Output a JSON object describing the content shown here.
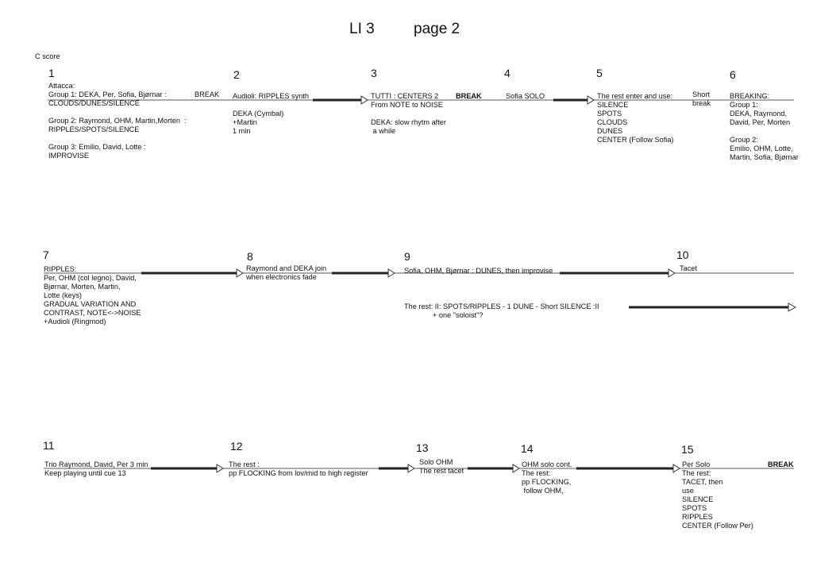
{
  "title": {
    "left": "LI 3",
    "right": "page 2"
  },
  "score_label": "C score",
  "row1": {
    "cue1": {
      "num": "1",
      "intro": "Attacca:",
      "g1": "Group 1: DEKA, Per, Sofia, Bjørnar :",
      "g1b": "CLOUDS/DUNES/SILENCE",
      "g2": "Group 2: Raymond, OHM, Martin,Morten  :",
      "g2b": "RIPPLES/SPOTS/SILENCE",
      "g3": "Group 3: Emilio, David, Lotte :",
      "g3b": "IMPROVISE",
      "break": "BREAK"
    },
    "cue2": {
      "num": "2",
      "head": "Audioli: RIPPLES synth",
      "l1": "DEKA (Cymbal)",
      "l2": "+Martin",
      "l3": "1 min"
    },
    "cue3": {
      "num": "3",
      "head": "TUTTI : CENTERS 2",
      "l1": "From NOTE to NOISE",
      "l2": "DEKA: slow rhytm after",
      "l3": " a while",
      "break": "BREAK"
    },
    "cue4": {
      "num": "4",
      "head": "Sofia SOLO"
    },
    "cue5": {
      "num": "5",
      "head": "The rest enter and use:",
      "items": [
        "SILENCE",
        "SPOTS",
        "CLOUDS",
        "DUNES",
        "CENTER (Follow Sofia)"
      ],
      "short1": "Short",
      "short2": "break"
    },
    "cue6": {
      "num": "6",
      "head": "BREAKING:",
      "g1": "Group 1:",
      "g1a": "DEKA, Raymond,",
      "g1b": "David, Per, Morten",
      "g2": "Group 2:",
      "g2a": "Emilio, OHM, Lotte,",
      "g2b": "Martin, Sofia, Bjørnar"
    }
  },
  "row2": {
    "cue7": {
      "num": "7",
      "lines": [
        "RIPPLES:",
        "Per, OHM (col legno), David,",
        "Bjørnar, Morten, Martin,",
        "Lotte (keys)",
        "GRADUAL VARIATION AND",
        "CONTRAST, NOTE<->NOISE",
        "+Audioli (Ringmod)"
      ]
    },
    "cue8": {
      "num": "8",
      "l1": "Raymond and DEKA join",
      "l2": "when electronics fade"
    },
    "cue9": {
      "num": "9",
      "head": "Sofia, OHM, Bjørnar : DUNES, then improvise",
      "rest1": "The rest: II: SPOTS/RIPPLES - 1 DUNE - Short SILENCE :II",
      "rest2": "+ one \"soloist\"?"
    },
    "cue10": {
      "num": "10",
      "head": "Tacet"
    }
  },
  "row3": {
    "cue11": {
      "num": "11",
      "l1": "Trio Raymond, David, Per 3 min",
      "l2": "Keep playing until cue 13"
    },
    "cue12": {
      "num": "12",
      "l1": "The rest :",
      "l2": "pp FLOCKING from lov/mid to high register"
    },
    "cue13": {
      "num": "13",
      "l1": "Solo OHM",
      "l2": "The rest tacet"
    },
    "cue14": {
      "num": "14",
      "l1": "OHM solo cont.",
      "l2": "The rest:",
      "l3": "pp FLOCKING,",
      "l4": " follow OHM,"
    },
    "cue15": {
      "num": "15",
      "head": "Per Solo",
      "items": [
        "The rest:",
        "TACET, then",
        "use",
        "SILENCE",
        "SPOTS",
        "RIPPLES",
        "CENTER (Follow Per)"
      ],
      "break": "BREAK"
    }
  }
}
